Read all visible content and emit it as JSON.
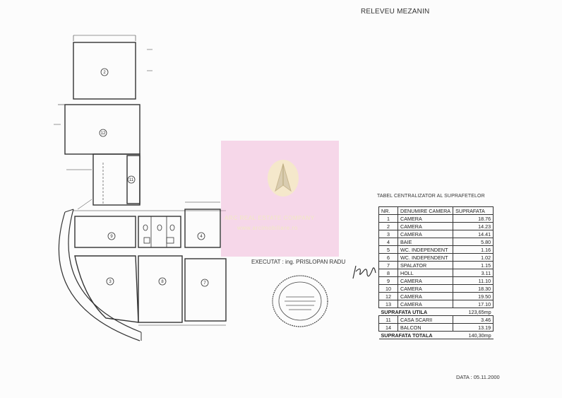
{
  "title": "RELEVEU MEZANIN",
  "table_title": "TABEL CENTRALIZATOR AL SUPRAFETELOR",
  "table_headers": {
    "nr": "NR.",
    "name": "DENUMIRE CAMERA",
    "area": "SUPRAFATA"
  },
  "rooms": [
    {
      "nr": "1",
      "name": "CAMERA",
      "area": "18.76"
    },
    {
      "nr": "2",
      "name": "CAMERA",
      "area": "14.23"
    },
    {
      "nr": "3",
      "name": "CAMERA",
      "area": "14.41"
    },
    {
      "nr": "4",
      "name": "BAIE",
      "area": "5.80"
    },
    {
      "nr": "5",
      "name": "WC. INDEPENDENT",
      "area": "1.16"
    },
    {
      "nr": "6",
      "name": "WC. INDEPENDENT",
      "area": "1.02"
    },
    {
      "nr": "7",
      "name": "SPALATOR",
      "area": "1.15"
    },
    {
      "nr": "8",
      "name": "HOLL",
      "area": "3.11"
    },
    {
      "nr": "9",
      "name": "CAMERA",
      "area": "11.10"
    },
    {
      "nr": "10",
      "name": "CAMERA",
      "area": "18.30"
    },
    {
      "nr": "12",
      "name": "CAMERA",
      "area": "19.50"
    },
    {
      "nr": "13",
      "name": "CAMERA",
      "area": "17.10"
    }
  ],
  "useful_area": {
    "label": "SUPRAFATA UTILA",
    "value": "123,65mp"
  },
  "extra_rooms": [
    {
      "nr": "11",
      "name": "CASA SCARII",
      "area": "3.46"
    },
    {
      "nr": "14",
      "name": "BALCON",
      "area": "13.19"
    }
  ],
  "total_area": {
    "label": "SUPRAFATA TOTALA",
    "value": "140,30mp"
  },
  "executed_by": "EXECUTAT : ing. PRISLOPAN RADU",
  "date": "DATA : 05.11.2000",
  "watermark": {
    "line1": "ARC REAL ESTATE COMPANY",
    "line2": "www.arcimobiliare.ro"
  },
  "room_numbers": [
    "2",
    "12",
    "11",
    "9",
    "4",
    "3",
    "8",
    "7"
  ],
  "colors": {
    "ink": "#333333",
    "watermark": "#f0aad2",
    "stamp": "#444444"
  }
}
